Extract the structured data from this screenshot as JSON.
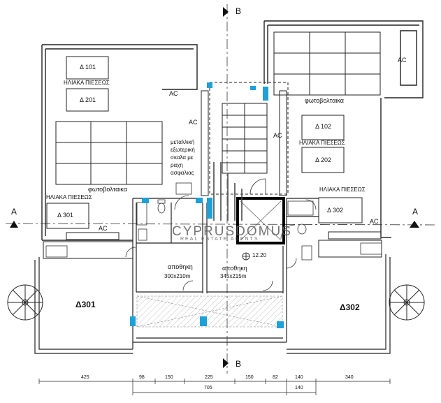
{
  "section_marks": {
    "a_left": "A",
    "a_right": "A",
    "b_top": "B",
    "b_bottom": "B"
  },
  "units": {
    "u101": "Δ 101",
    "u201": "Δ 201",
    "u301": "Δ 301",
    "u102": "Δ 102",
    "u202": "Δ 202",
    "u302": "Δ 302"
  },
  "apartments": {
    "d301": "Δ301",
    "d302": "Δ302"
  },
  "labels": {
    "solar_heaters": "ΗΛΙΑΚΑ ΠΙΕΣΕΩΣ",
    "photovoltaics": "φωτοβολταικα",
    "ac": "AC",
    "storage": "αποθηκη",
    "storage1_size": "300x210m",
    "storage2_size": "345x215m",
    "level": "12.20",
    "stair_note": [
      "μεταλλική",
      "εξωτερική",
      "σκαλα με",
      "ραχη",
      "ασφαλιας"
    ]
  },
  "watermark": {
    "brand": "CYPRUSDOMUS",
    "sub": "REAL ESTATE AGENTS"
  },
  "dimensions": {
    "row1": [
      "425",
      "98",
      "150",
      "225",
      "150",
      "82",
      "140",
      "340"
    ],
    "row2": [
      "705",
      "140"
    ]
  },
  "colors": {
    "highlight": "#1ea0d8",
    "line": "#222222",
    "hatch": "#888888"
  }
}
